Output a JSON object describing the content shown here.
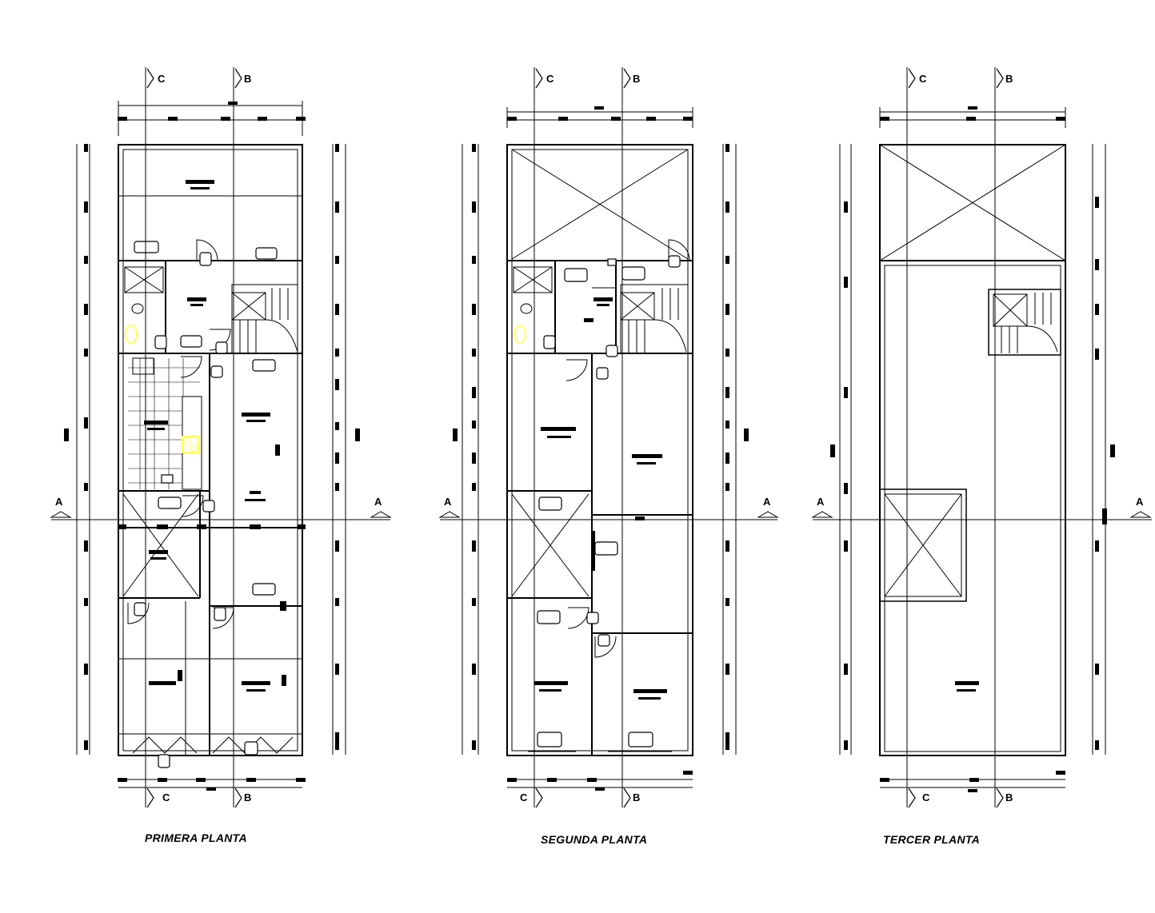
{
  "plans": [
    {
      "id": "primera",
      "title": "PRIMERA PLANTA"
    },
    {
      "id": "segunda",
      "title": "SEGUNDA PLANTA"
    },
    {
      "id": "tercer",
      "title": "TERCER PLANTA"
    }
  ],
  "axes": {
    "c": "C",
    "b": "B",
    "a": "A"
  },
  "colors": {
    "ink": "#000000",
    "fixture": "#ffff66",
    "background": "#ffffff"
  }
}
